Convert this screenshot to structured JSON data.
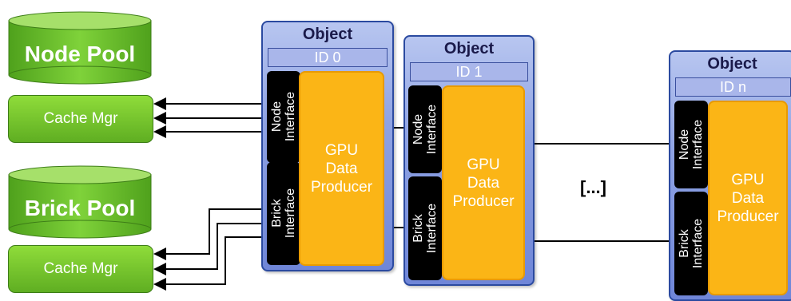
{
  "pools": {
    "node_pool": {
      "label": "Node Pool"
    },
    "node_cache": {
      "label": "Cache Mgr"
    },
    "brick_pool": {
      "label": "Brick Pool"
    },
    "brick_cache": {
      "label": "Cache Mgr"
    }
  },
  "objects": [
    {
      "title": "Object",
      "id": "ID 0",
      "node_interface": [
        "Node",
        "Interface"
      ],
      "brick_interface": [
        "Brick",
        "Interface"
      ],
      "producer": [
        "GPU",
        "Data",
        "Producer"
      ]
    },
    {
      "title": "Object",
      "id": "ID 1",
      "node_interface": [
        "Node",
        "Interface"
      ],
      "brick_interface": [
        "Brick",
        "Interface"
      ],
      "producer": [
        "GPU",
        "Data",
        "Producer"
      ]
    },
    {
      "title": "Object",
      "id": "ID n",
      "node_interface": [
        "Node",
        "Interface"
      ],
      "brick_interface": [
        "Brick",
        "Interface"
      ],
      "producer": [
        "GPU",
        "Data",
        "Producer"
      ]
    }
  ],
  "ellipsis": "[...]",
  "colors": {
    "pool_green": "#6cc62b",
    "object_blue": "#8fa3e3",
    "producer_orange": "#fbb516",
    "interface_black": "#000000"
  }
}
